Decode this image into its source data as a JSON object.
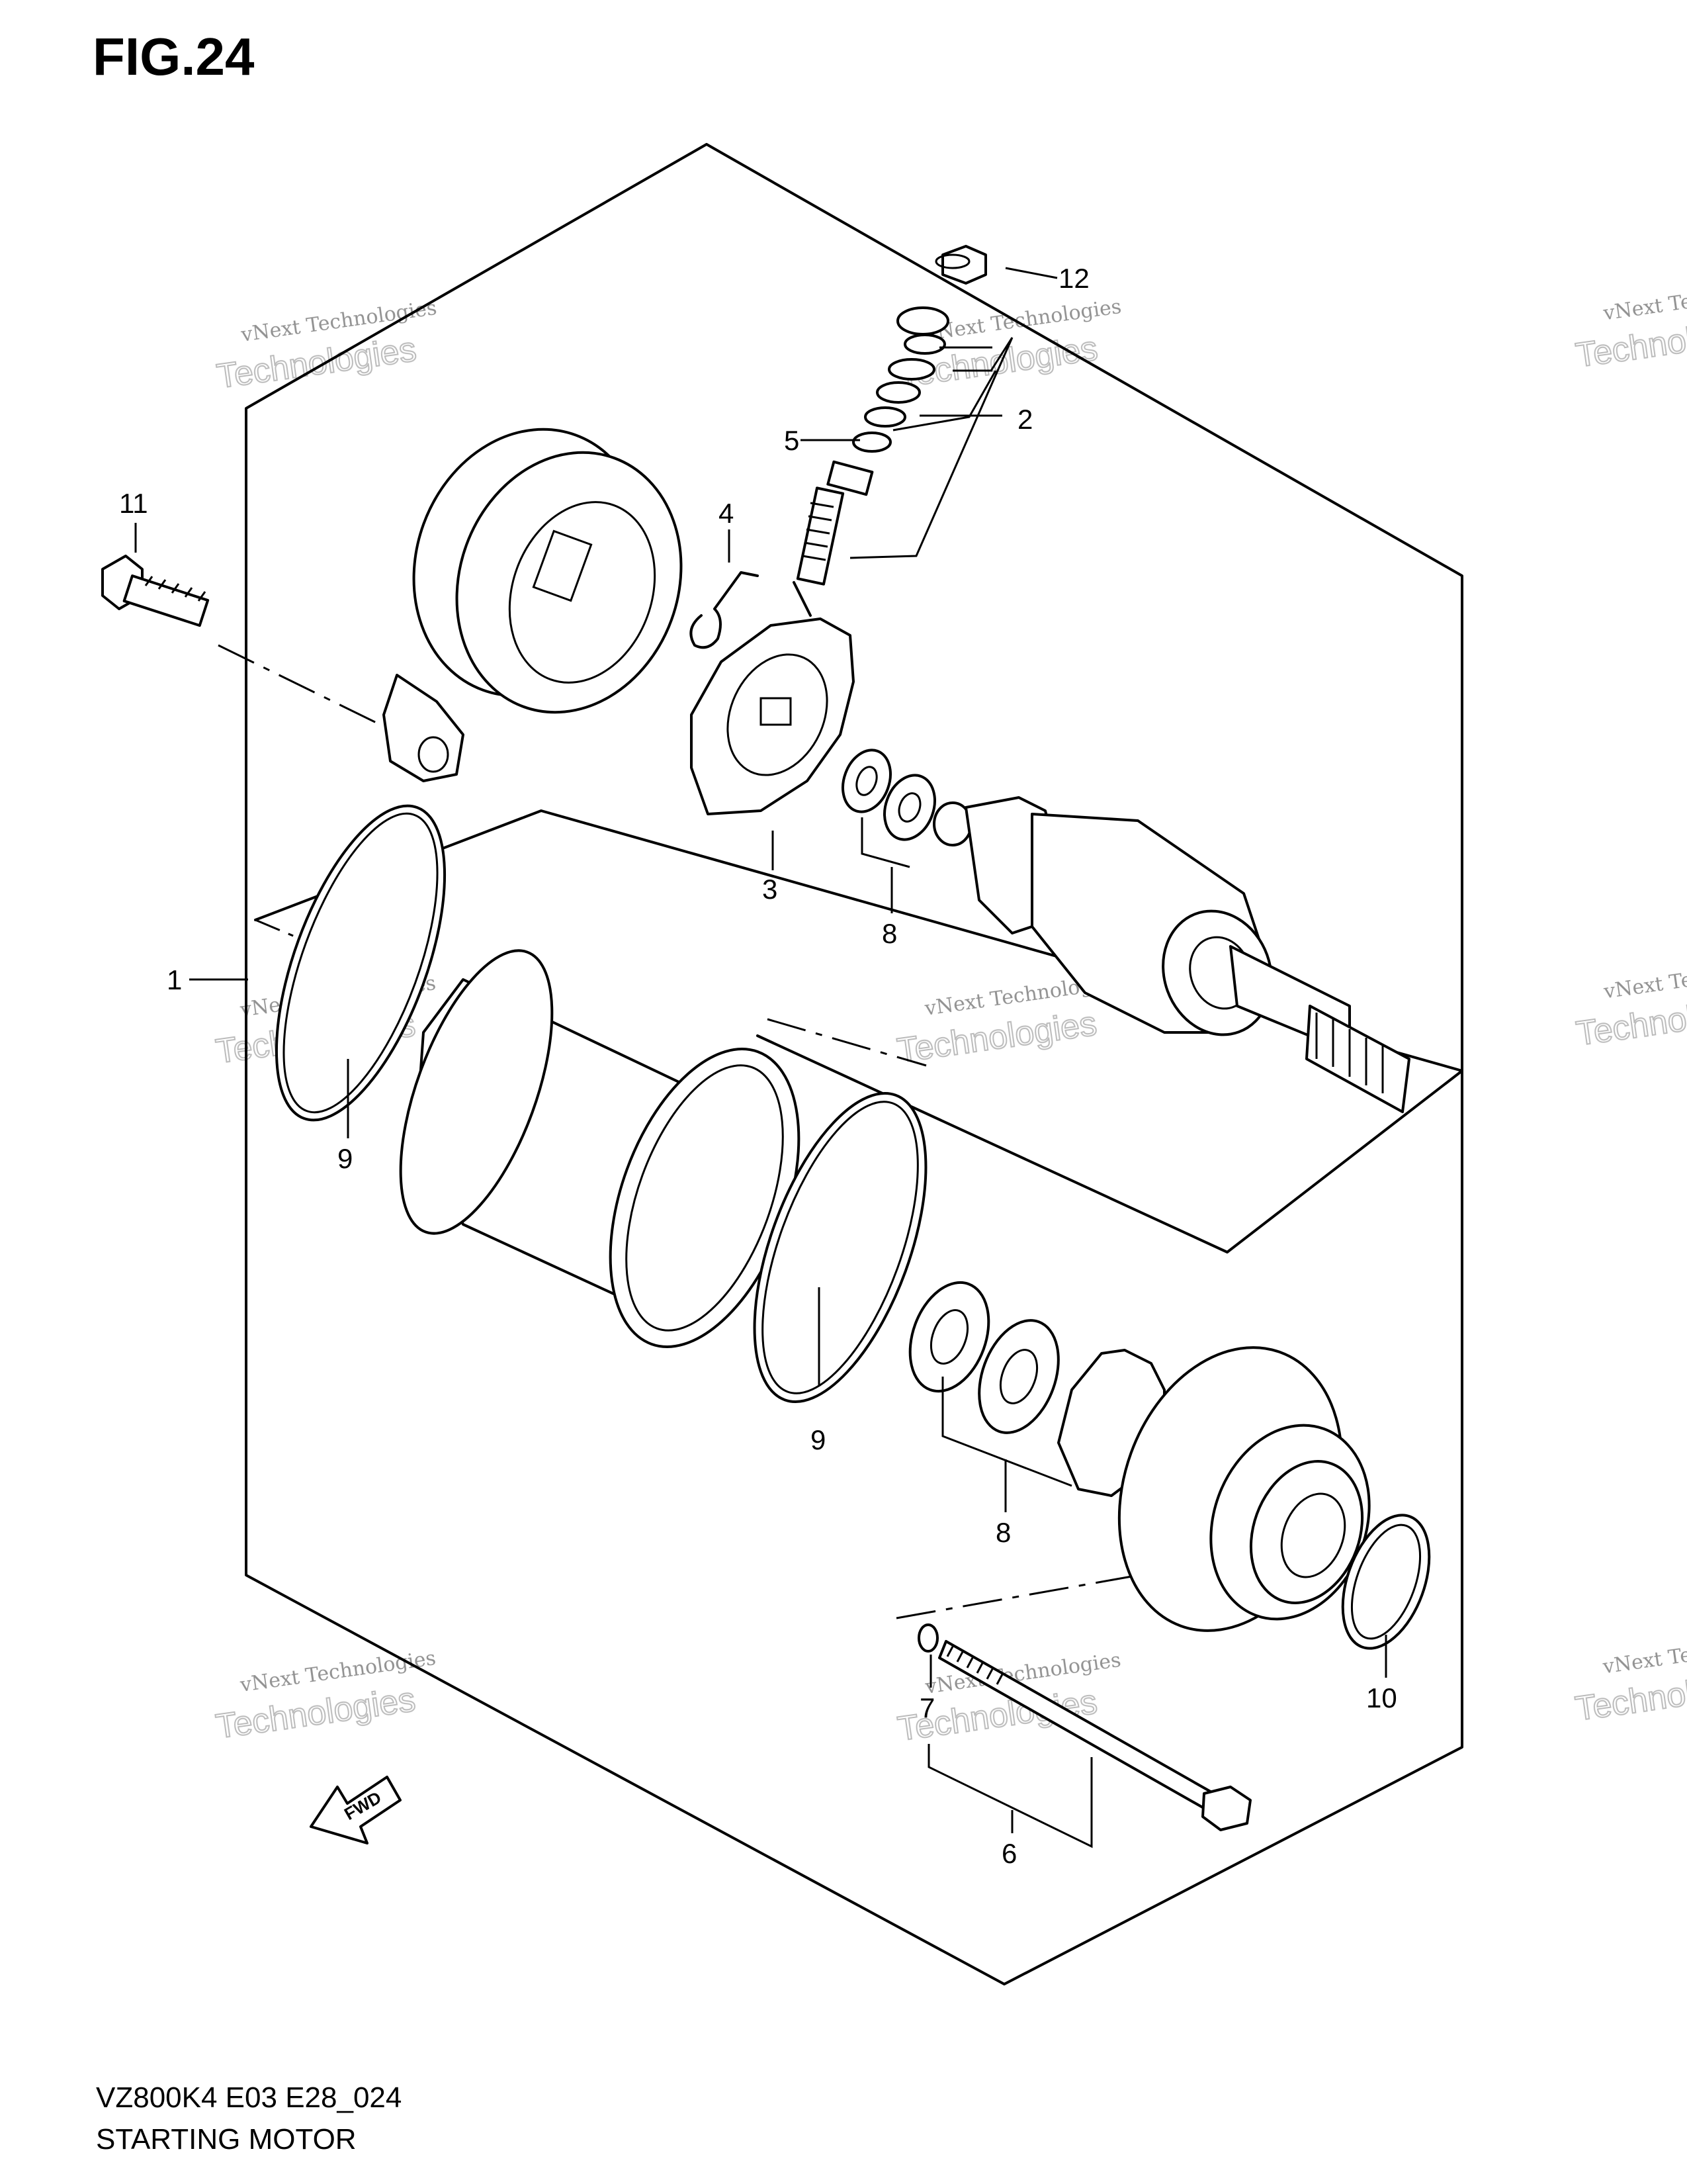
{
  "figure": {
    "title": "FIG.24",
    "model_code": "VZ800K4 E03 E28_024",
    "section_name": "STARTING MOTOR"
  },
  "watermark": {
    "line1": "vNext Technologies",
    "line2": "Technologies"
  },
  "direction_label": "FWD",
  "callouts": {
    "c1": "1",
    "c2": "2",
    "c3": "3",
    "c4": "4",
    "c5": "5",
    "c6": "6",
    "c7": "7",
    "c8a": "8",
    "c8b": "8",
    "c9a": "9",
    "c9b": "9",
    "c10": "10",
    "c11": "11",
    "c12": "12"
  }
}
